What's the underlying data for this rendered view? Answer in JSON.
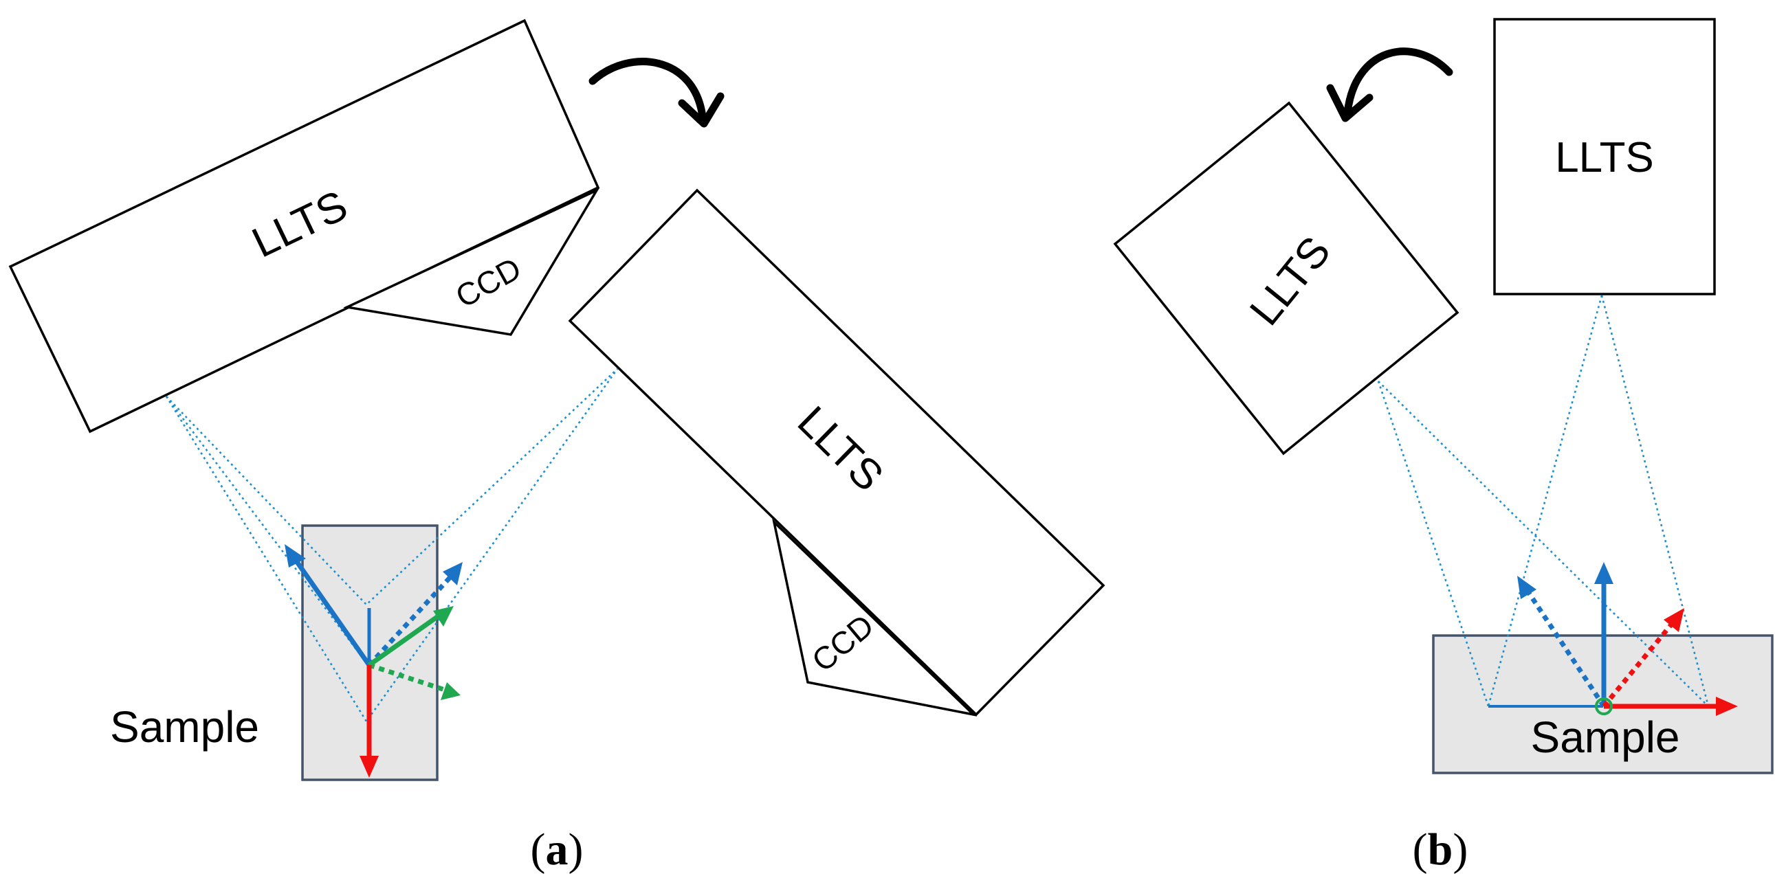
{
  "colors": {
    "blue": "#1a73c4",
    "green": "#1fa84f",
    "red": "#f01010",
    "beam": "#1b8fd0",
    "sample_fill": "#e6e6e6",
    "sample_border": "#44546a"
  },
  "panel_a": {
    "llts_left_label": "LLTS",
    "ccd_left_label": "CCD",
    "llts_right_label": "LLTS",
    "ccd_right_label": "CCD",
    "sample_label": "Sample",
    "panel_label_open": "(",
    "panel_label_letter": "a",
    "panel_label_close": ")"
  },
  "panel_b": {
    "llts_left_label": "LLTS",
    "llts_right_label": "LLTS",
    "sample_label": "Sample",
    "panel_label_open": "(",
    "panel_label_letter": "b",
    "panel_label_close": ")"
  }
}
